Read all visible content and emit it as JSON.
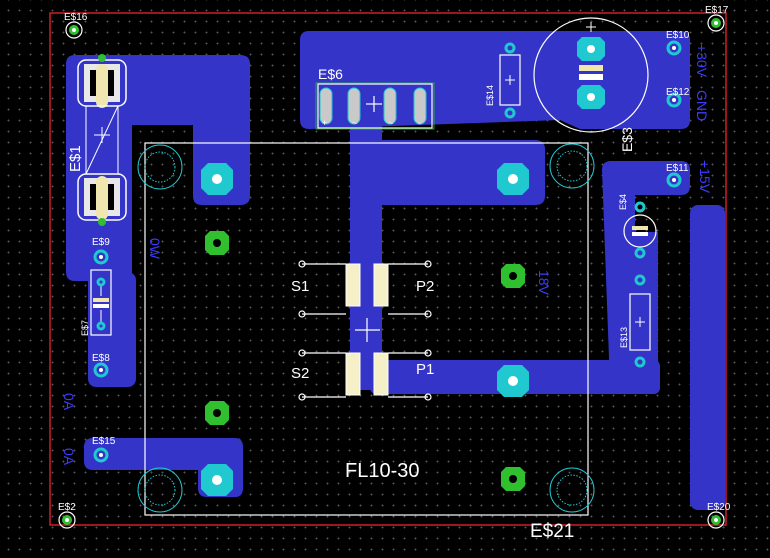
{
  "colors": {
    "copper": "#3434c8",
    "outline": "#d01e2e",
    "silkscreen": "#ffffff",
    "pad": "#20c8d0",
    "via": "#2fbf2f",
    "drill": "#40e0ff",
    "mirror_text": "#3c3cff"
  },
  "labels": {
    "es16": "E$16",
    "es17": "E$17",
    "es10": "E$10",
    "es12": "E$12",
    "es11": "E$11",
    "es6": "E$6",
    "es14": "E$14",
    "es3": "E$3",
    "es1": "E$1",
    "es9": "E$9",
    "es7": "E$7",
    "es8": "E$8",
    "es15": "E$15",
    "es4": "E$4",
    "es13": "E$13",
    "es2": "E$2",
    "es20": "E$20",
    "es21": "E$21",
    "s1": "S1",
    "s2": "S2",
    "p1": "P1",
    "p2": "P2",
    "transformer": "FL10-30",
    "conn_pins": [
      "+",
      "~",
      "~",
      "-"
    ]
  },
  "mirror_labels": {
    "top_right_1": "+30V",
    "top_right_2": "GND",
    "top_right_3": "+15V",
    "mid_left": "0W",
    "mid_right": "18V",
    "left_1": "0A",
    "left_2": "0A"
  }
}
